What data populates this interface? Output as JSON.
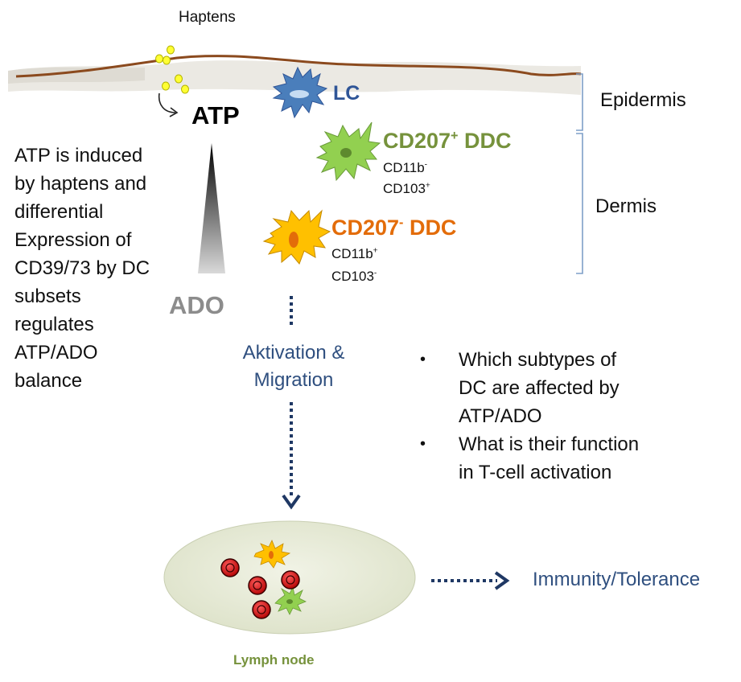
{
  "labels": {
    "haptens": "Haptens",
    "atp": "ATP",
    "ado": "ADO",
    "lc": "LC",
    "epidermis": "Epidermis",
    "dermis": "Dermis",
    "lymph_node": "Lymph node",
    "activation_line1": "Aktivation &",
    "activation_line2": "Migration",
    "outcome": "Immunity/Tolerance"
  },
  "ddc_positive": {
    "name": "CD207",
    "name_sup": "+",
    "name_suffix": " DDC",
    "marker1": "CD11b",
    "marker1_sup": "-",
    "marker2": "CD103",
    "marker2_sup": "+"
  },
  "ddc_negative": {
    "name": "CD207",
    "name_sup": "-",
    "name_suffix": " DDC",
    "marker1": "CD11b",
    "marker1_sup": "+",
    "marker2": "CD103",
    "marker2_sup": "-"
  },
  "left_text": [
    "ATP is induced",
    "by haptens and",
    "differential",
    "Expression of",
    "CD39/73 by DC",
    "subsets",
    "regulates",
    "ATP/ADO",
    "balance"
  ],
  "questions": [
    "Which subtypes of DC are affected by ATP/ADO",
    "What is their function in T-cell activation"
  ],
  "colors": {
    "lc": "#2f5597",
    "ddc_positive": "#76923c",
    "ddc_negative": "#e36c09",
    "ado": "#8c8c8c",
    "arrow": "#1f3864",
    "activation_text": "#2f4f7f",
    "lymph_label": "#76923c",
    "skin_line": "#8b4a1e",
    "bracket": "#7f9fc8"
  }
}
